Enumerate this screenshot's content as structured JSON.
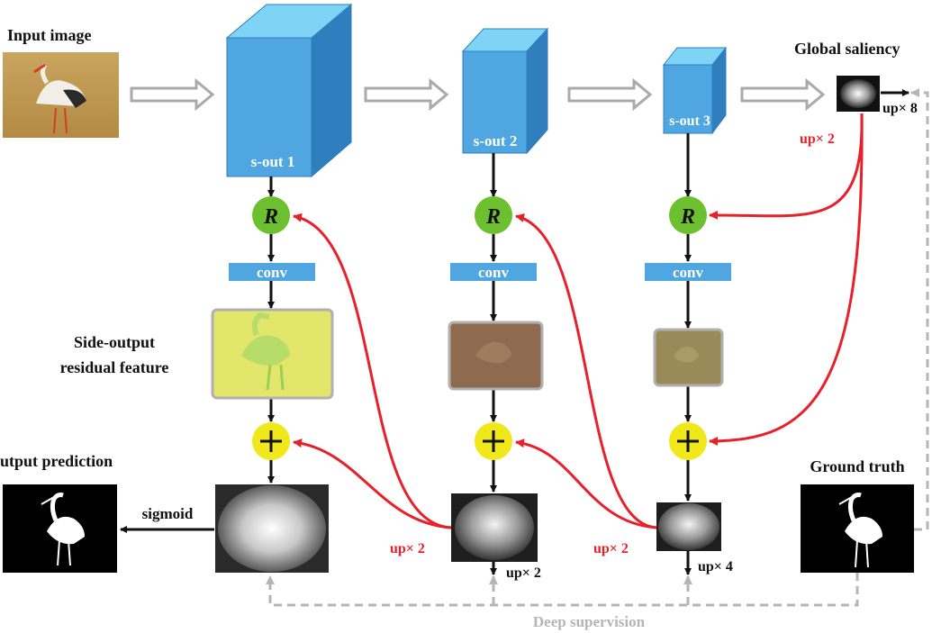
{
  "labels": {
    "input_image": "Input image",
    "global_saliency": "Global saliency",
    "side_output": "Side-output",
    "residual_feature": "residual feature",
    "output_prediction": "utput prediction",
    "ground_truth": "Ground truth",
    "deep_supervision": "Deep supervision",
    "sigmoid": "sigmoid"
  },
  "stages": [
    {
      "block": "s-out 1",
      "residual": "R",
      "conv": "conv"
    },
    {
      "block": "s-out 2",
      "residual": "R",
      "conv": "conv"
    },
    {
      "block": "s-out 3",
      "residual": "R",
      "conv": "conv"
    }
  ],
  "upsample_labels": {
    "global_up8": "up× 8",
    "global_up2": "up× 2",
    "stage2_red": "up× 2",
    "stage3_red": "up× 2",
    "stage2_black": "up× 2",
    "stage3_black": "up× 4"
  },
  "colors": {
    "block_front": "#4fa6e0",
    "block_top": "#7fd3f5",
    "block_side": "#2f7fbf",
    "residual_node": "#6cbf2f",
    "sum_node": "#f0e81a",
    "conv_bar": "#4fa6e0",
    "red_arrow": "#e8202a",
    "supervision": "#b5b5b5",
    "hollow_arrow": "#aaaaaa"
  }
}
